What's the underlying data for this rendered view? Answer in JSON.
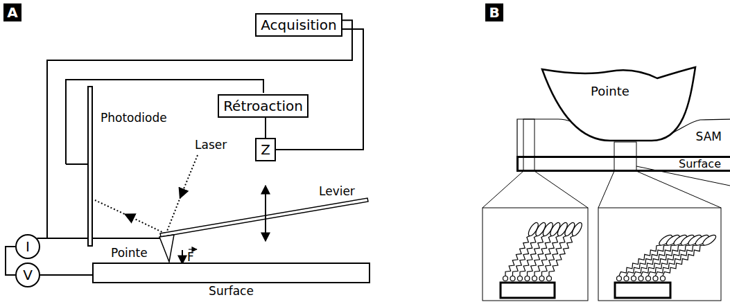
{
  "diagram": {
    "nodes": [
      {
        "text": [
          "A"
        ]
      },
      {
        "text": [
          "Acquisition"
        ]
      },
      {
        "text": [
          "Rétroaction"
        ]
      },
      {
        "text": [
          "Z"
        ]
      },
      {
        "text": [
          "I"
        ]
      },
      {
        "text": [
          "V"
        ]
      },
      {
        "text": [
          "Surface"
        ]
      },
      {
        "text": [
          "B"
        ]
      },
      {
        "text": [
          "Pointe"
        ]
      },
      {
        "text": [
          "SAM"
        ]
      },
      {
        "text": [
          "Surface"
        ]
      }
    ],
    "edges": [
      {
        "from": 1,
        "to": 3,
        "arrow": "none"
      },
      {
        "from": 1,
        "to": 4,
        "arrow": "none"
      },
      {
        "from": 2,
        "to": 3,
        "arrow": "none"
      },
      {
        "from": 4,
        "to": 5,
        "arrow": "none"
      },
      {
        "from": 5,
        "to": 6,
        "arrow": "none"
      }
    ],
    "labels": [
      "Photodiode",
      "Laser",
      "Levier",
      "Pointe",
      "F"
    ]
  }
}
